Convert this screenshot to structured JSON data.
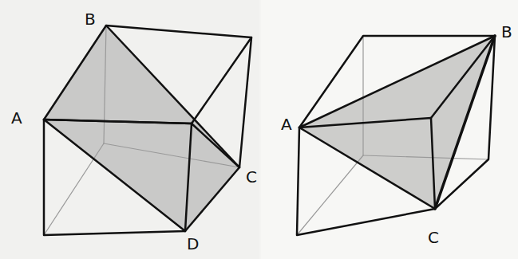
{
  "diagram": {
    "labels": [
      "B",
      "A",
      "C",
      "D",
      "A",
      "B",
      "C"
    ]
  }
}
